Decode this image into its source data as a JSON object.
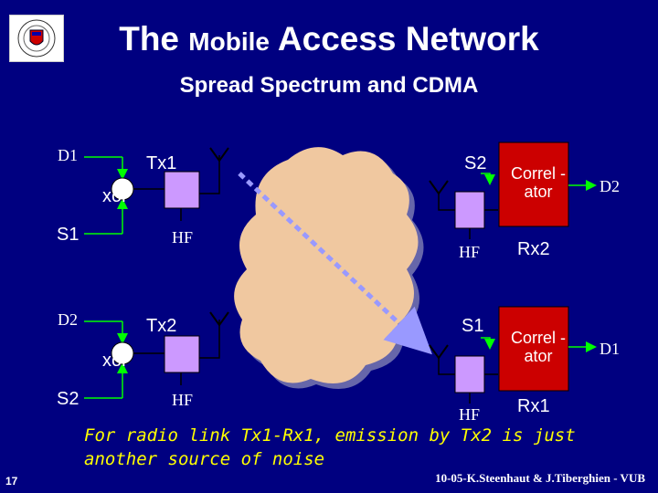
{
  "header": {
    "title_part1": "The",
    "title_part2": "Mobile",
    "title_part3": "Access Network",
    "subtitle": "Spread Spectrum and CDMA"
  },
  "transmitters": [
    {
      "data_label": "D1",
      "code_label": "S1",
      "tx_label": "Tx1",
      "op_label": "xor",
      "rf_label": "HF"
    },
    {
      "data_label": "D2",
      "code_label": "S2",
      "tx_label": "Tx2",
      "op_label": "xor",
      "rf_label": "HF"
    }
  ],
  "receivers": [
    {
      "code_label": "S2",
      "correlator_label": "Correl -ator",
      "output_label": "D2",
      "rf_label": "HF",
      "rx_label": "Rx2"
    },
    {
      "code_label": "S1",
      "correlator_label": "Correl -ator",
      "output_label": "D1",
      "rf_label": "HF",
      "rx_label": "Rx1"
    }
  ],
  "note": "For radio link Tx1-Rx1, emission by Tx2 is just another source of noise",
  "footer": "10-05-K.Steenhaut & J.Tiberghien - VUB",
  "page_number": "17",
  "colors": {
    "background": "#000080",
    "box": "#cc99ff",
    "cloud": "#f0c8a0",
    "arrow": "#9999ff",
    "note": "#ffff00"
  }
}
